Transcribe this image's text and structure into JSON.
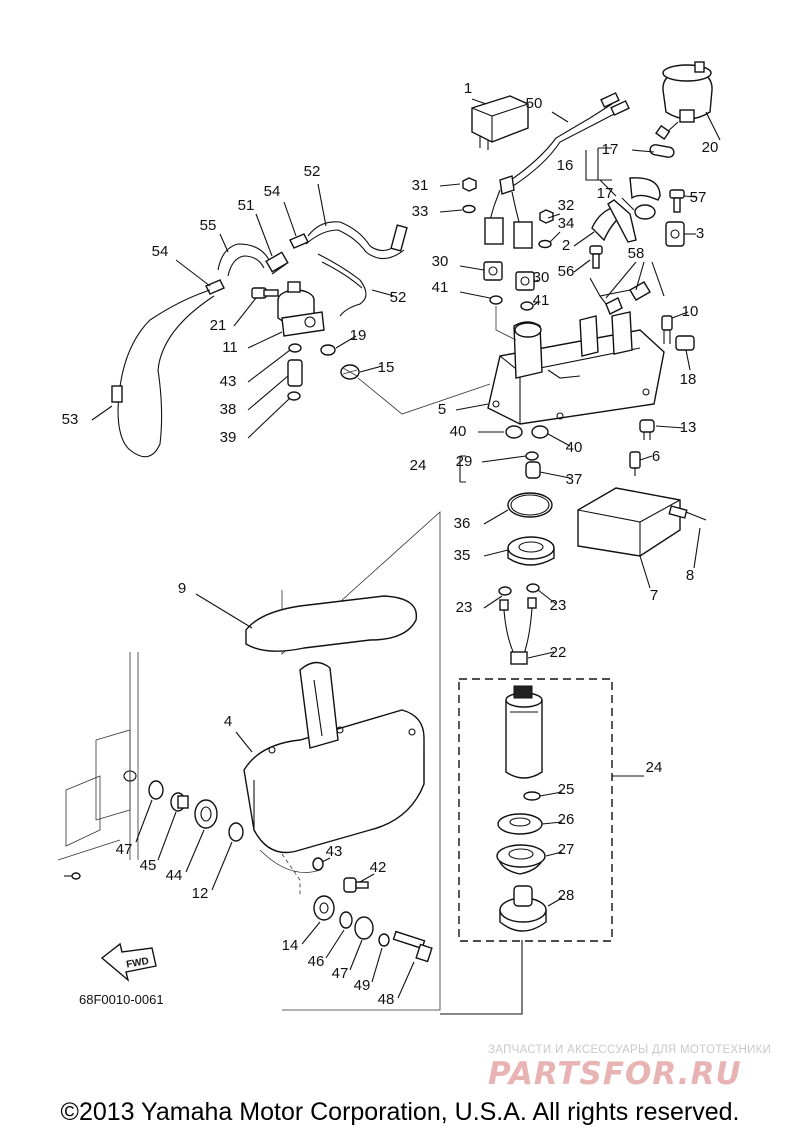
{
  "diagram": {
    "catalog_number": "68F0010-0061",
    "fwd_label": "FWD",
    "copyright": "©2013 Yamaha Motor Corporation, U.S.A. All rights reserved.",
    "watermark": {
      "tagline": "ЗАПЧАСТИ И АКСЕССУАРЫ ДЛЯ МОТОТЕХНИКИ",
      "logo": "PARTSFOR.RU"
    },
    "callouts": [
      "1",
      "50",
      "20",
      "17",
      "16",
      "17",
      "31",
      "33",
      "32",
      "34",
      "57",
      "2",
      "56",
      "3",
      "58",
      "30",
      "30",
      "41",
      "41",
      "10",
      "52",
      "54",
      "51",
      "55",
      "54",
      "21",
      "52",
      "11",
      "19",
      "15",
      "43",
      "18",
      "38",
      "39",
      "5",
      "53",
      "40",
      "40",
      "13",
      "24",
      "29",
      "37",
      "6",
      "36",
      "8",
      "35",
      "7",
      "23",
      "23",
      "9",
      "22",
      "4",
      "24",
      "25",
      "26",
      "27",
      "47",
      "45",
      "44",
      "12",
      "43",
      "42",
      "28",
      "14",
      "46",
      "47",
      "49",
      "48"
    ]
  }
}
